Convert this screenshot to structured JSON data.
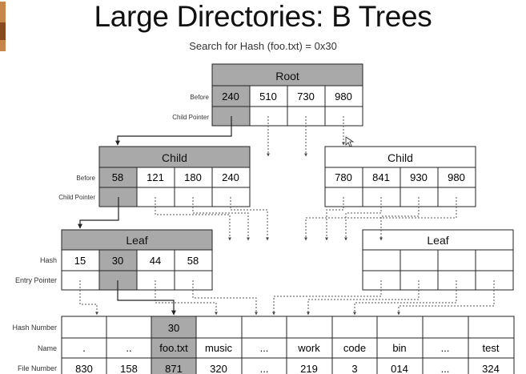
{
  "slide": {
    "title": "Large Directories: B Trees",
    "subtitle": "Search for Hash (foo.txt) = 0x30"
  },
  "row_labels": {
    "before": "Before",
    "child_pointer": "Child Pointer",
    "hash": "Hash",
    "entry_pointer": "Entry Pointer",
    "hash_number": "Hash Number",
    "name": "Name",
    "file_number": "File Number"
  },
  "root": {
    "title": "Root",
    "keys": [
      "240",
      "510",
      "730",
      "980"
    ],
    "highlight_index": 0
  },
  "child_left": {
    "title": "Child",
    "keys": [
      "58",
      "121",
      "180",
      "240"
    ],
    "highlight_index": 0
  },
  "child_right": {
    "title": "Child",
    "keys": [
      "780",
      "841",
      "930",
      "980"
    ]
  },
  "leaf_left": {
    "title": "Leaf",
    "hashes": [
      "15",
      "30",
      "44",
      "58"
    ],
    "highlight_index": 1
  },
  "leaf_right": {
    "title": "Leaf",
    "hashes": [
      "",
      "",
      "",
      ""
    ]
  },
  "entries": {
    "hash_numbers": [
      "",
      "",
      "30",
      "",
      "",
      "",
      "",
      "",
      "",
      ""
    ],
    "names": [
      ".",
      "..",
      "foo.txt",
      "music",
      "...",
      "work",
      "code",
      "bin",
      "...",
      "test"
    ],
    "file_numbers": [
      "830",
      "158",
      "871",
      "320",
      "...",
      "219",
      "3",
      "014",
      "...",
      "324"
    ],
    "highlight_index": 2
  },
  "colors": {
    "highlight": "#a9a9a9",
    "title_fill": "#a9a9a9",
    "line": "#222222",
    "accent": "#c8874a"
  }
}
